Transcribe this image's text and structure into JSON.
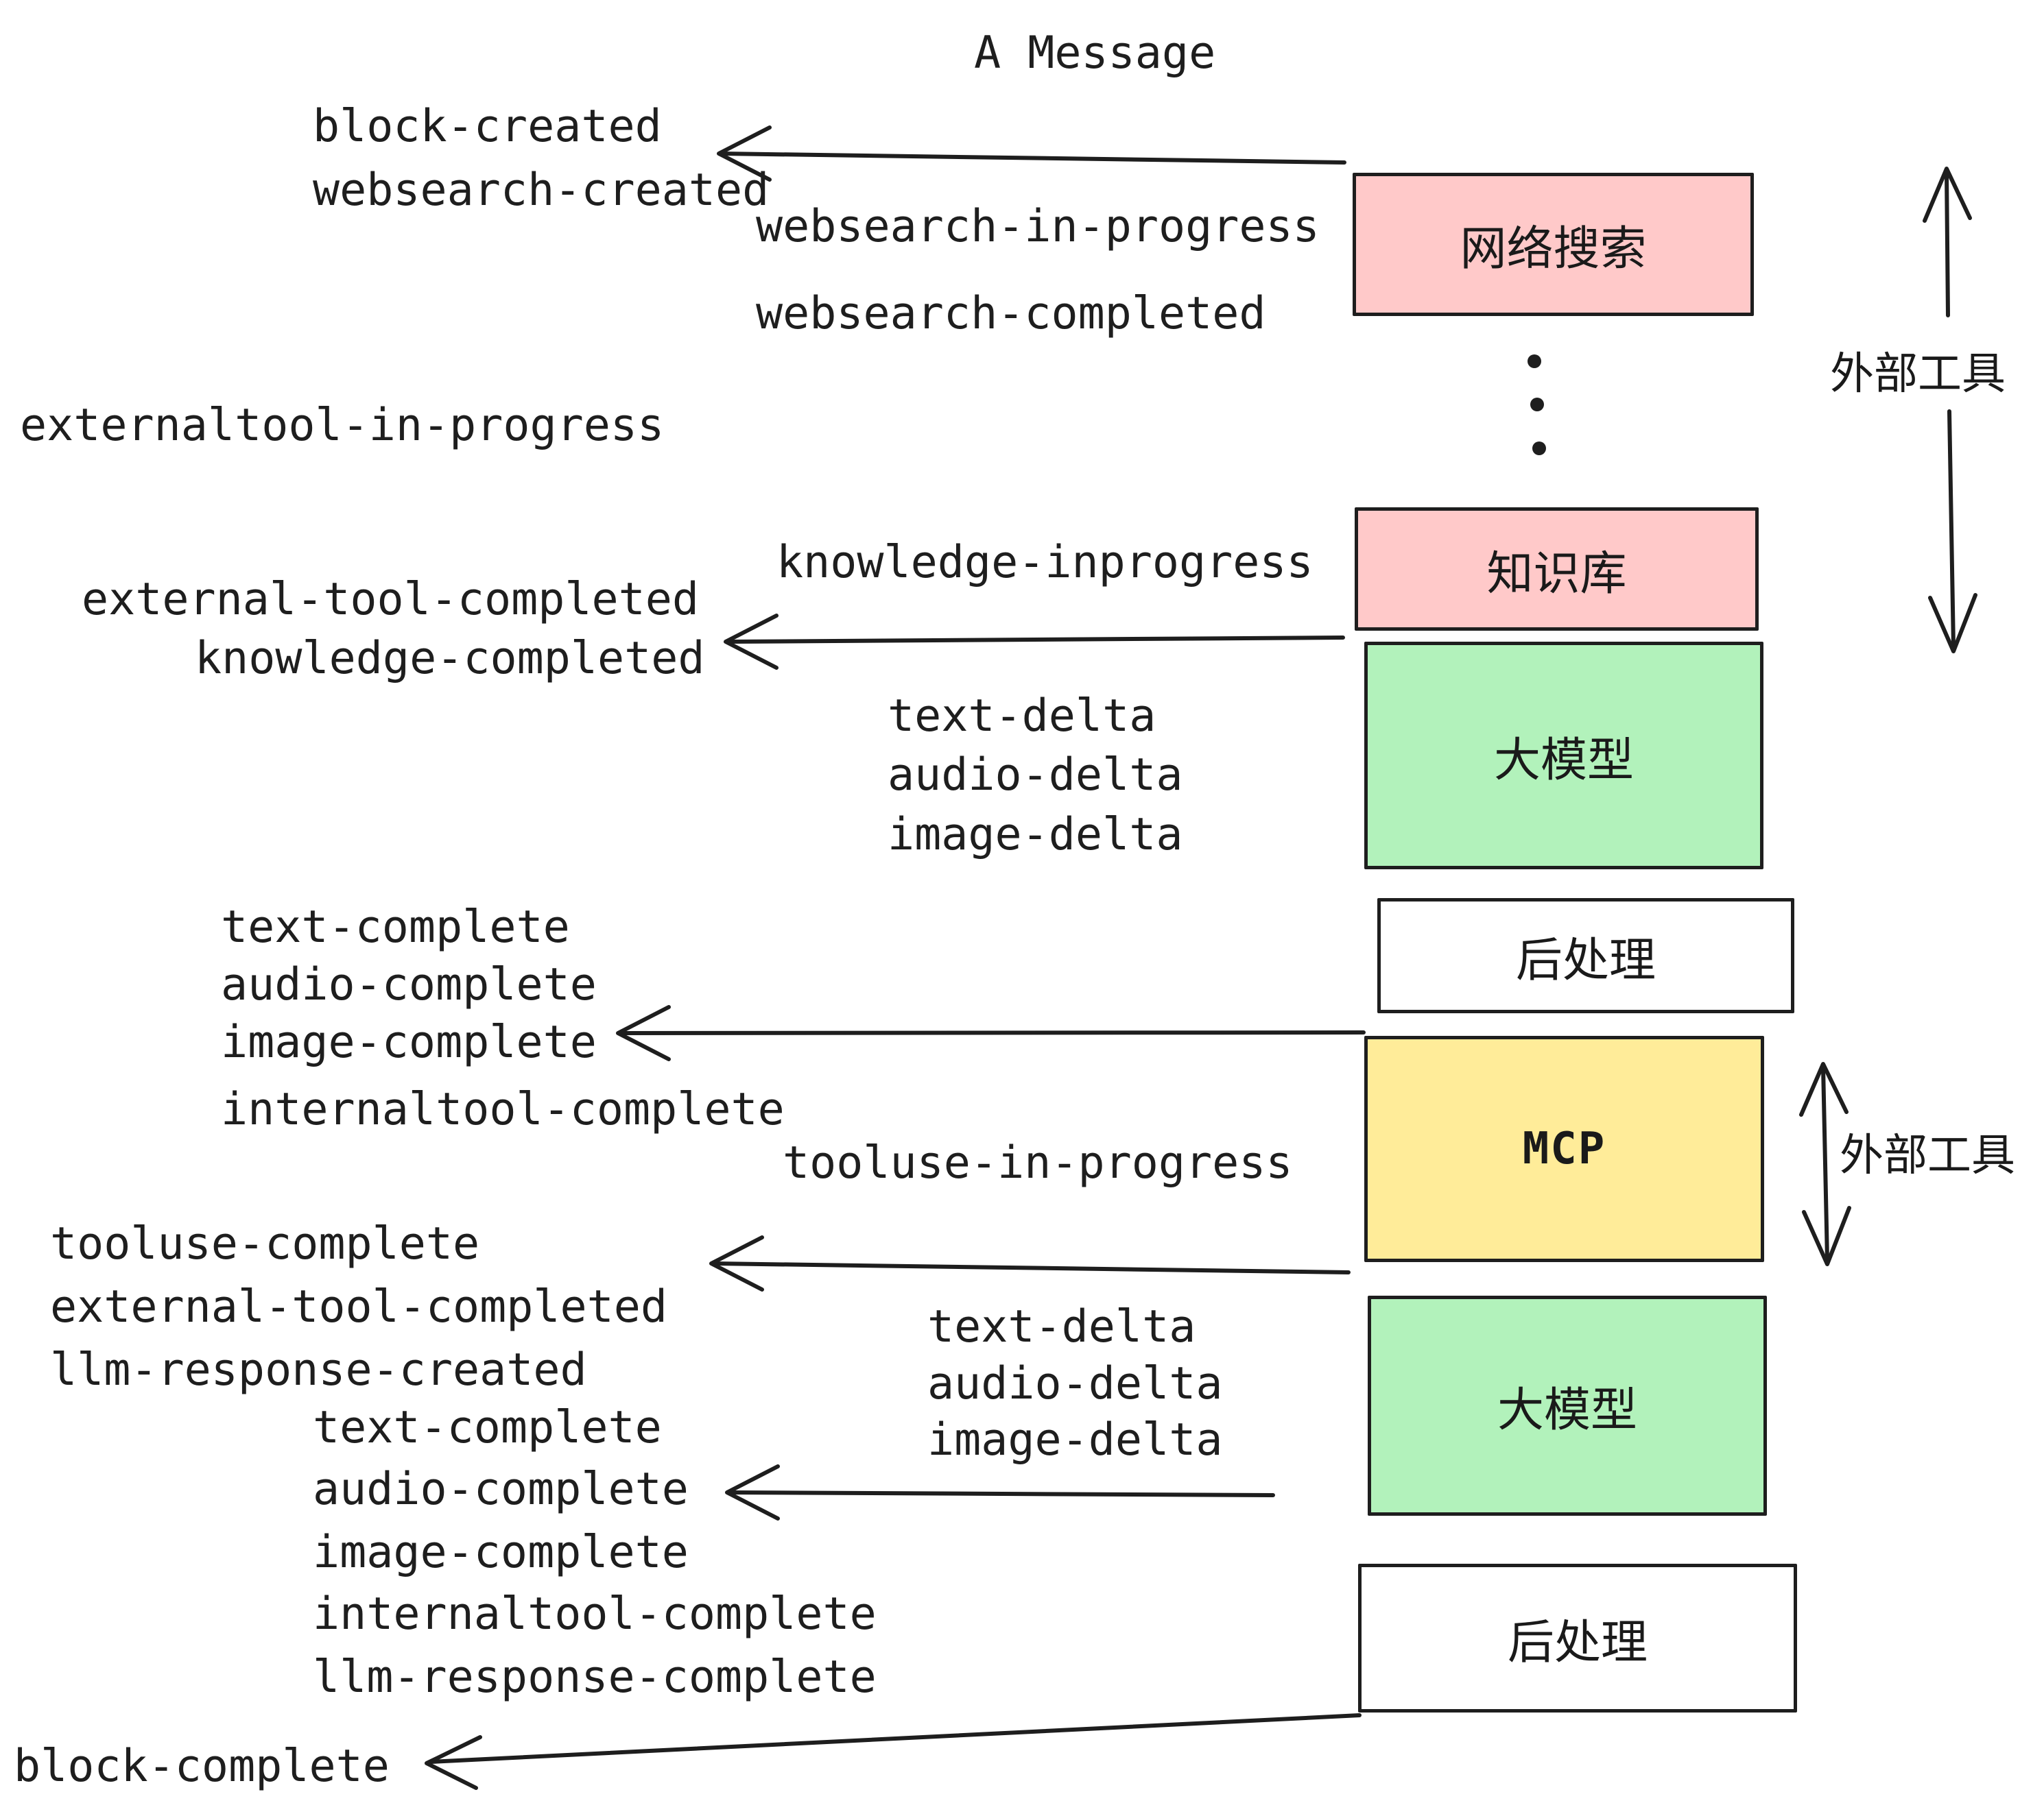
{
  "title": "A Message",
  "colors": {
    "box_pink": "#ffc9c9",
    "box_green": "#b2f2bb",
    "box_yellow": "#ffec99",
    "box_white": "#ffffff",
    "ink": "#1e1e1e"
  },
  "boxes": {
    "websearch": {
      "label": "网络搜索"
    },
    "knowledge": {
      "label": "知识库"
    },
    "llm1": {
      "label": "大模型"
    },
    "post1": {
      "label": "后处理"
    },
    "mcp": {
      "label": "MCP"
    },
    "llm2": {
      "label": "大模型"
    },
    "post2": {
      "label": "后处理"
    }
  },
  "side_labels": {
    "external_tools_top": "外部工具",
    "external_tools_mid": "外部工具"
  },
  "events": {
    "block_created": "block-created",
    "websearch_created": "websearch-created",
    "websearch_in_progress": "websearch-in-progress",
    "websearch_completed": "websearch-completed",
    "externaltool_in_progress": "externaltool-in-progress",
    "knowledge_inprogress": "knowledge-inprogress",
    "external_tool_completed_1": "external-tool-completed",
    "knowledge_completed": "knowledge-completed",
    "text_delta_1": "text-delta",
    "audio_delta_1": "audio-delta",
    "image_delta_1": "image-delta",
    "text_complete_1": "text-complete",
    "audio_complete_1": "audio-complete",
    "image_complete_1": "image-complete",
    "internaltool_complete_1": "internaltool-complete",
    "tooluse_in_progress": "tooluse-in-progress",
    "tooluse_complete": "tooluse-complete",
    "external_tool_completed_2": "external-tool-completed",
    "llm_response_created": "llm-response-created",
    "text_complete_2": "text-complete",
    "audio_complete_2": "audio-complete",
    "image_complete_2": "image-complete",
    "internaltool_complete_2": "internaltool-complete",
    "llm_response_complete": "llm-response-complete",
    "text_delta_2": "text-delta",
    "audio_delta_2": "audio-delta",
    "image_delta_2": "image-delta",
    "block_complete": "block-complete"
  }
}
